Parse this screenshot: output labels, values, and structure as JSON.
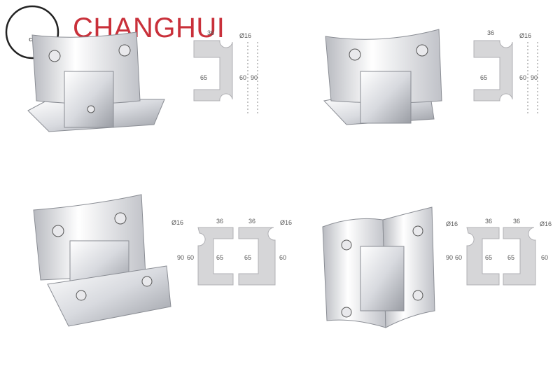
{
  "brand": {
    "mark": "ch",
    "name": "CHANGHUI"
  },
  "colors": {
    "brand": "#c9303a",
    "metal_light": "#f4f4f6",
    "metal_mid": "#c9cbd0",
    "metal_dark": "#8d9098",
    "profile": "#d6d6d8"
  },
  "products": [
    {
      "style": "wall-mount-90",
      "dims": {
        "hole": "Ø16",
        "width": "36",
        "inner": "65",
        "depth": "60",
        "height": "90"
      }
    },
    {
      "style": "wall-mount-90-offset",
      "dims": {
        "hole": "Ø16",
        "width": "36",
        "inner": "65",
        "depth": "60",
        "height": "90"
      }
    },
    {
      "style": "glass-to-glass-135",
      "left": {
        "hole": "Ø16",
        "width": "36",
        "inner": "65",
        "depth": "60",
        "height": "90"
      },
      "right": {
        "hole": "Ø16",
        "width": "36",
        "inner": "65",
        "depth": "60"
      }
    },
    {
      "style": "glass-to-glass-180",
      "left": {
        "hole": "Ø16",
        "width": "36",
        "inner": "65",
        "depth": "60",
        "height": "90"
      },
      "right": {
        "hole": "Ø16",
        "width": "36",
        "inner": "65",
        "depth": "60"
      }
    }
  ]
}
